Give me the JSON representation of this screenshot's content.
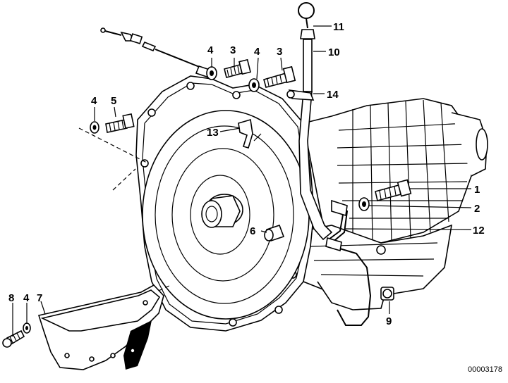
{
  "callouts": {
    "c1": "1",
    "c2": "2",
    "c3a": "3",
    "c3b": "3",
    "c4a": "4",
    "c4b": "4",
    "c4c": "4",
    "c4d": "4",
    "c5": "5",
    "c6": "6",
    "c7": "7",
    "c8": "8",
    "c9": "9",
    "c10": "10",
    "c11": "11",
    "c12": "12",
    "c13": "13",
    "c14": "14"
  },
  "reference_number": "00003178"
}
